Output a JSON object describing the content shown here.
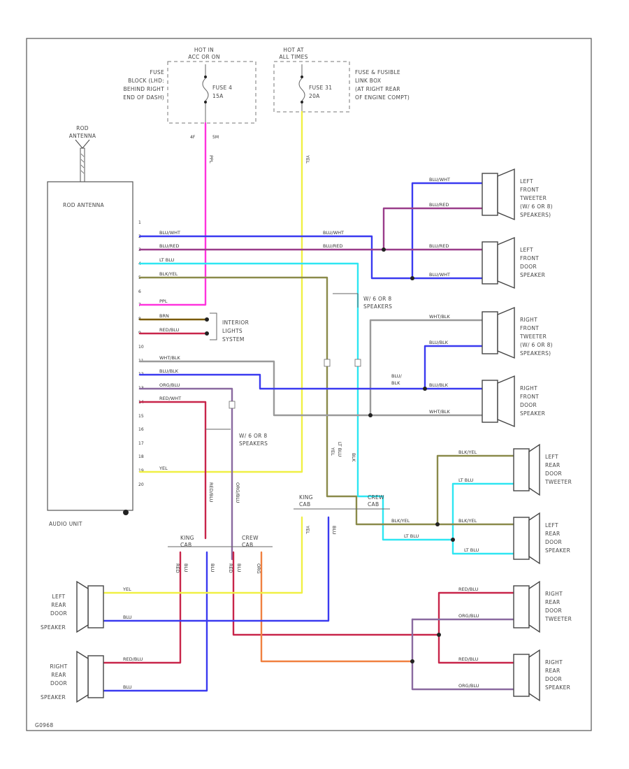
{
  "colors": {
    "blu_wht": "#3a3af0",
    "blu_red": "#9a3d8a",
    "lt_blu": "#2ee6f2",
    "blk_yel": "#8a8a4a",
    "ppl": "#ff33dd",
    "brn": "#7a5a00",
    "red_blu": "#c8254a",
    "wht_blk": "#9a9a9a",
    "blu": "#3a3af0",
    "org_blu": "#8a6aa0",
    "yel": "#f0f044",
    "org": "#f08040"
  },
  "labels": {
    "hot_in_acc_on": [
      "HOT IN",
      "ACC OR ON"
    ],
    "hot_at_all_times": [
      "HOT AT",
      "ALL TIMES"
    ],
    "fuse_block": [
      "FUSE",
      "BLOCK (LHD:",
      "BEHIND RIGHT",
      "END OF DASH)"
    ],
    "fuse_4": [
      "FUSE 4",
      "15A"
    ],
    "fuse_31": [
      "FUSE 31",
      "20A"
    ],
    "fuse_link_box": [
      "FUSE & FUSIBLE",
      "LINK BOX",
      "(AT RIGHT REAR",
      "OF ENGINE COMPT)"
    ],
    "pin_4f": "4F",
    "pin_5m": "5M",
    "rod_antenna_top": [
      "ROD",
      "ANTENNA"
    ],
    "rod_antenna_box": "ROD ANTENNA",
    "audio_unit": "AUDIO UNIT",
    "interior_lights": [
      "INTERIOR",
      "LIGHTS",
      "SYSTEM"
    ],
    "w_6_speakers_1": [
      "W/ 6 OR 8",
      "SPEAKERS"
    ],
    "w_6_speakers_2": [
      "W/ 6 OR 8",
      "SPEAKERS"
    ],
    "king_cab_1": [
      "KING",
      "CAB"
    ],
    "crew_cab_1": [
      "CREW",
      "CAB"
    ],
    "king_cab_2": [
      "KING",
      "CAB"
    ],
    "crew_cab_2": [
      "CREW",
      "CAB"
    ],
    "left_front_tweeter": [
      "LEFT",
      "FRONT",
      "TWEETER",
      "(W/ 6 OR 8)",
      "SPEAKERS)"
    ],
    "left_front_door_speaker": [
      "LEFT",
      "FRONT",
      "DOOR",
      "SPEAKER"
    ],
    "right_front_tweeter": [
      "RIGHT",
      "FRONT",
      "TWEETER",
      "(W/ 6 OR 8)",
      "SPEAKERS)"
    ],
    "right_front_door_speaker": [
      "RIGHT",
      "FRONT",
      "DOOR",
      "SPEAKER"
    ],
    "left_rear_door_tweeter": [
      "LEFT",
      "REAR",
      "DOOR",
      "TWEETER"
    ],
    "left_rear_door_speaker_r": [
      "LEFT",
      "REAR",
      "DOOR",
      "SPEAKER"
    ],
    "right_rear_door_tweeter": [
      "RIGHT",
      "REAR",
      "DOOR",
      "TWEETER"
    ],
    "right_rear_door_speaker_r": [
      "RIGHT",
      "REAR",
      "DOOR",
      "SPEAKER"
    ],
    "left_rear_door_speaker_l": [
      "LEFT",
      "REAR",
      "DOOR",
      "SPEAKER"
    ],
    "right_rear_door_speaker_l": [
      "RIGHT",
      "REAR",
      "DOOR",
      "SPEAKER"
    ],
    "footer_code": "G0968"
  },
  "audio_pins": [
    "1",
    "2",
    "3",
    "4",
    "5",
    "6",
    "7",
    "8",
    "9",
    "10",
    "11",
    "12",
    "13",
    "14",
    "15",
    "16",
    "17",
    "18",
    "19",
    "20"
  ],
  "wire_labels": {
    "p2": "BLU/WHT",
    "p3": "BLU/RED",
    "p4": "LT BLU",
    "p5": "BLK/YEL",
    "p7": "PPL",
    "p8": "BRN",
    "p9": "RED/BLU",
    "p11": "WHT/BLK",
    "p12": "BLU/BLK",
    "p13": "ORG/BLU",
    "p14": "RED/WHT",
    "p19": "YEL",
    "ppl_v": "PPL",
    "yel_v": "YEL",
    "blu_wht_r": "BLU/WHT",
    "blu_red_r": "BLU/RED",
    "lft_tw_top": "BLU/WHT",
    "lft_tw_bot": "BLU/RED",
    "lfd_top": "BLU/RED",
    "lfd_bot": "BLU/WHT",
    "rft_top": "WHT/BLK",
    "rft_bot": "BLU/BLK",
    "rfd_top": "BLU/BLK",
    "rfd_bot": "WHT/BLK",
    "blu_blk_mid": "BLU/",
    "blu_blk_mid2": "BLK",
    "yel_lt_blu": "YEL",
    "lt_blu_v": "LT BLU",
    "blk_yel_v": "BLK",
    "lrt_top": "BLK/YEL",
    "lrt_bot": "LT BLU",
    "lrd_top": "BLK/YEL",
    "lrd_bot": "LT BLU",
    "blk_yel_h": "BLK/YEL",
    "lt_blu_h": "LT BLU",
    "rrt_top": "RED/BLU",
    "rrt_bot": "ORG/BLU",
    "rrd_top": "RED/BLU",
    "rrd_bot": "ORG/BLU",
    "yel_l": "YEL",
    "blu_l": "BLU",
    "red_blu_l": "RED/BLU",
    "blu_l2": "BLU",
    "red_blu_v": "RED/BLU",
    "org_blu_v": "ORG/BLU",
    "red_v_a": "RED",
    "red_v_b": "BLU",
    "blu_v_c": "BLU",
    "red_v_d": "RED",
    "red_v_e": "BLU",
    "org_v_f": "ORG",
    "yel_v2": "YEL",
    "blu_v3": "BLU"
  }
}
